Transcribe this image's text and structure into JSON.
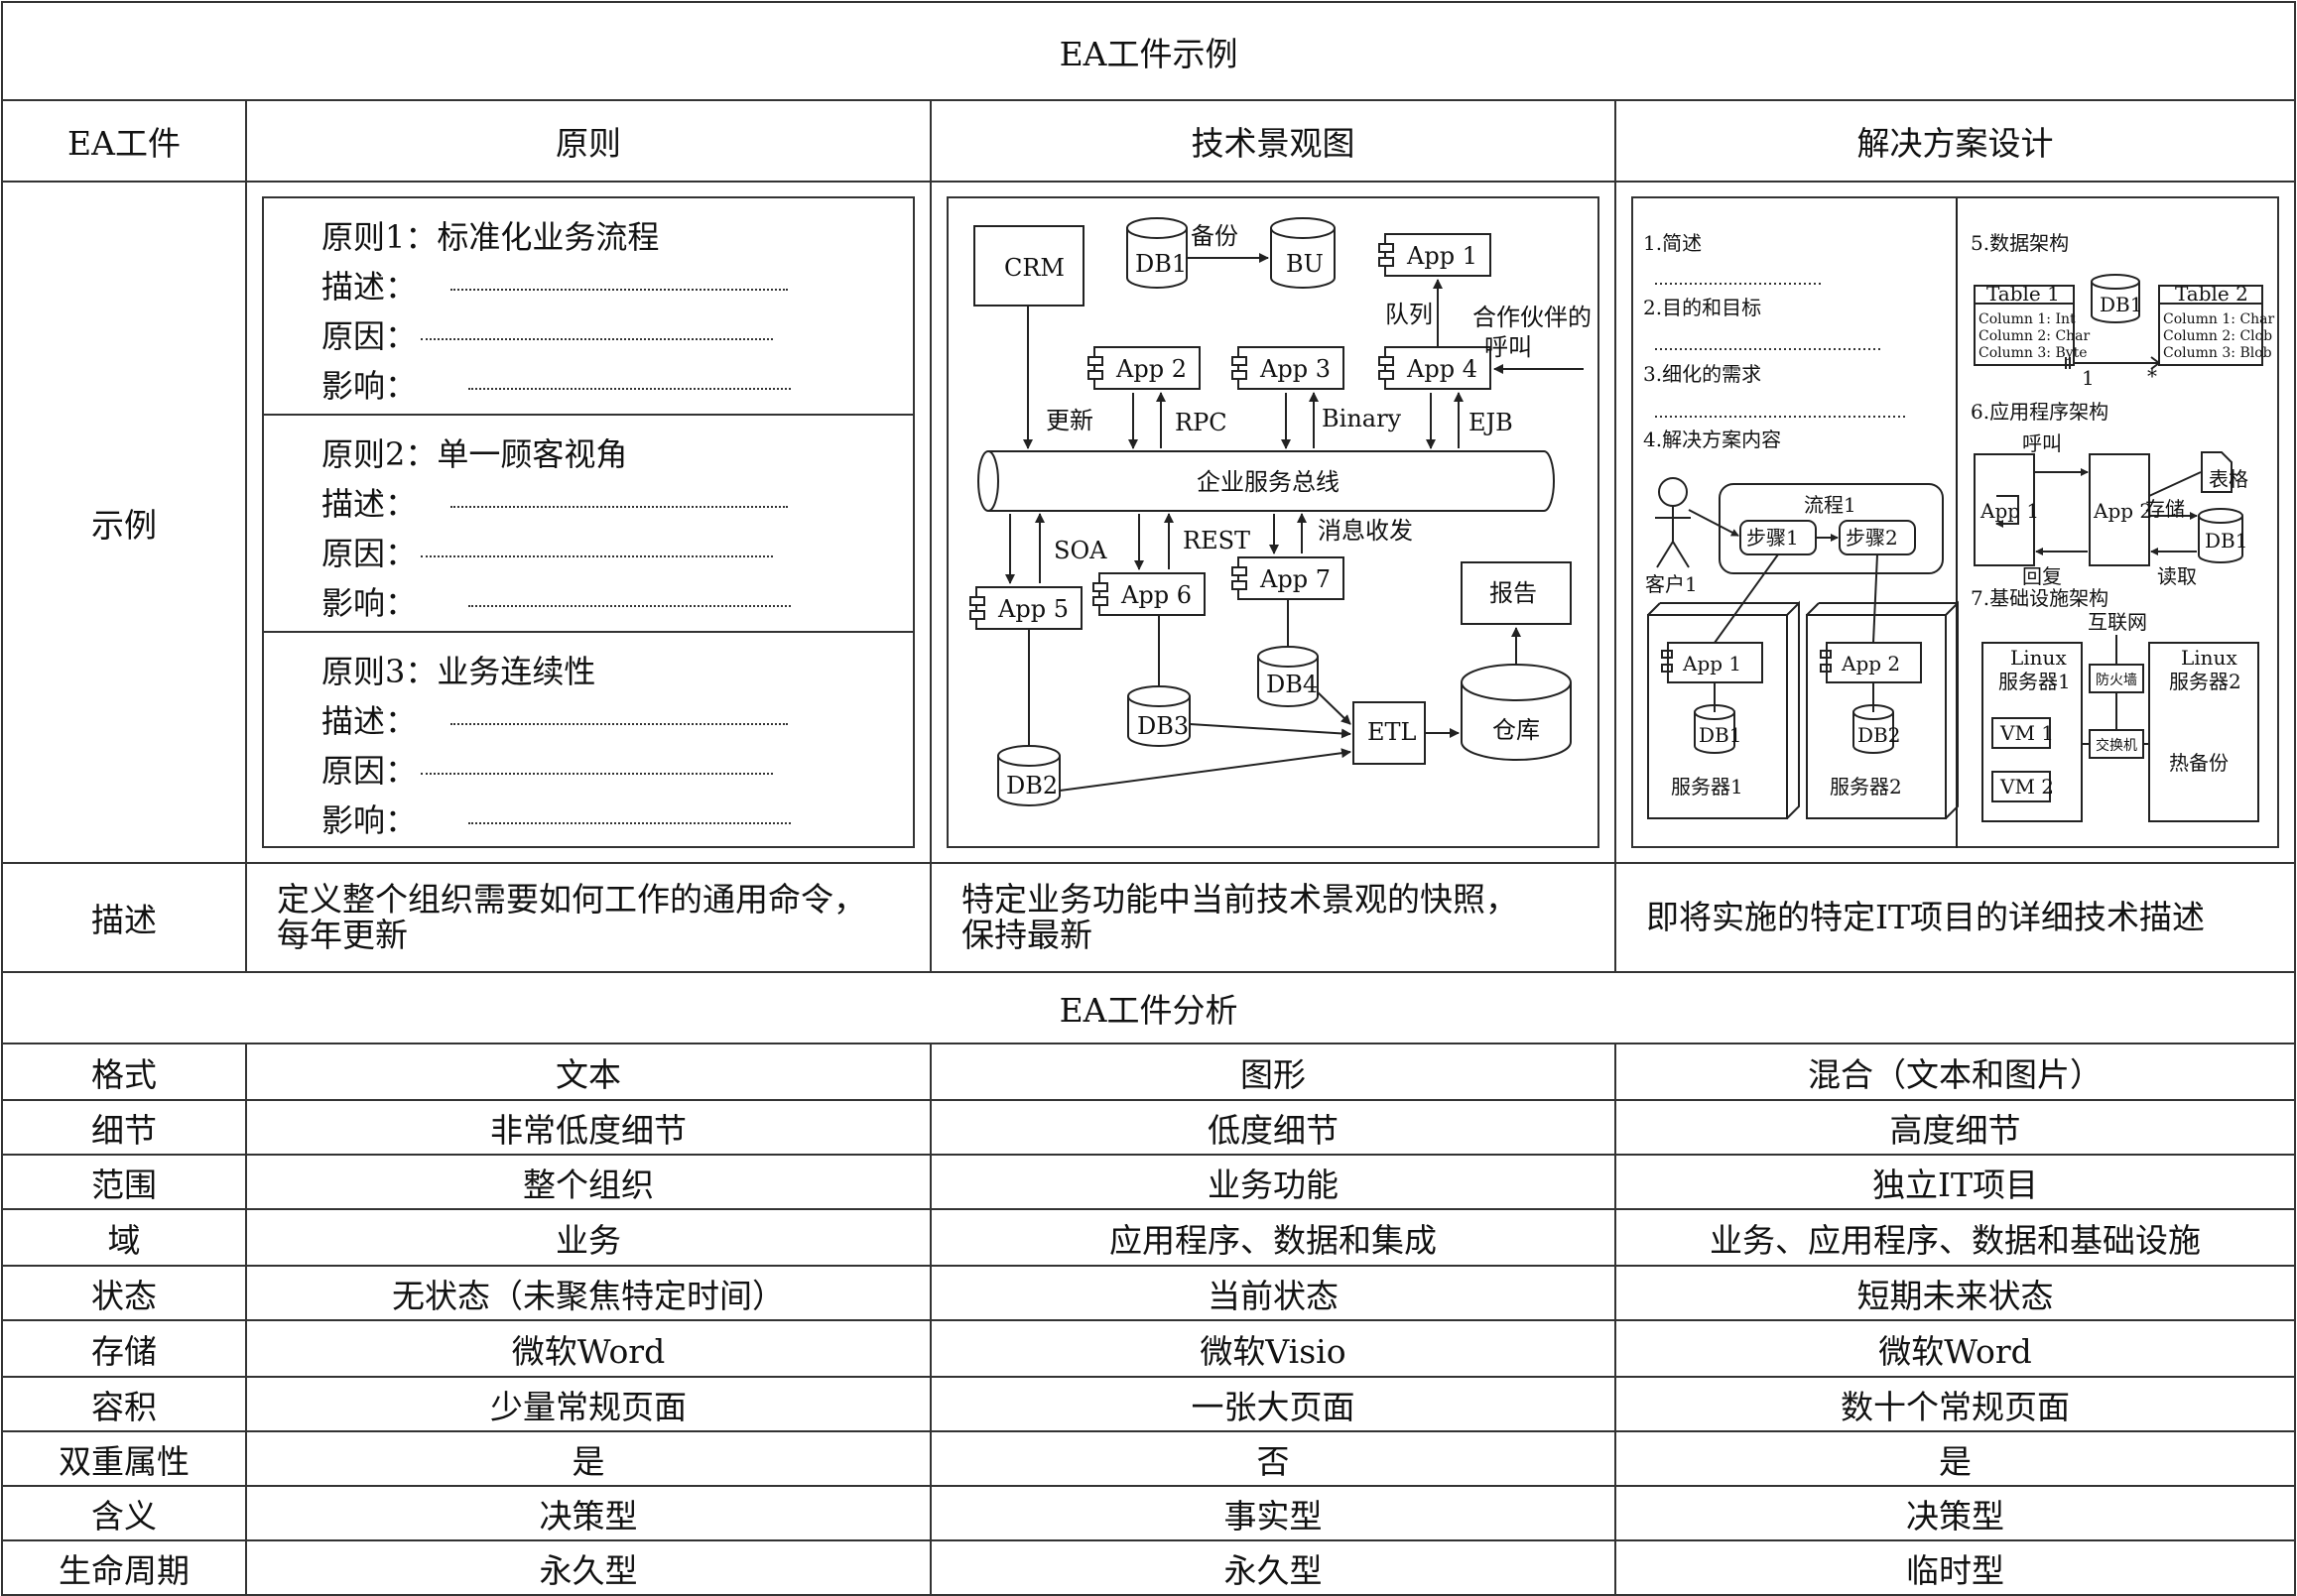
{
  "title_top": "EA工件示例",
  "title_analysis": "EA工件分析",
  "headers": [
    "EA工件",
    "原则",
    "技术景观图",
    "解决方案设计"
  ],
  "example_label": "示例",
  "principles": [
    {
      "title": "原则1：标准化业务流程",
      "desc": "描述：",
      "reason": "原因：",
      "impact": "影响："
    },
    {
      "title": "原则2：单一顾客视角",
      "desc": "描述：",
      "reason": "原因：",
      "impact": "影响："
    },
    {
      "title": "原则3：业务连续性",
      "desc": "描述：",
      "reason": "原因：",
      "impact": "影响："
    }
  ],
  "landscape": {
    "crm": "CRM",
    "db1": "DB1",
    "bu": "BU",
    "backup": "备份",
    "app1": "App 1",
    "app2": "App 2",
    "app3": "App 3",
    "app4": "App 4",
    "app5": "App 5",
    "app6": "App 6",
    "app7": "App 7",
    "queue": "队列",
    "partner": "合作伙伴的",
    "partner2": "呼叫",
    "update": "更新",
    "rpc": "RPC",
    "binary": "Binary",
    "ejb": "EJB",
    "esb": "企业服务总线",
    "soa": "SOA",
    "rest": "REST",
    "msg": "消息收发",
    "report": "报告",
    "db4": "DB4",
    "db3": "DB3",
    "db2": "DB2",
    "etl": "ETL",
    "warehouse": "仓库"
  },
  "solution": {
    "s1": "1.简述",
    "s2": "2.目的和目标",
    "s3": "3.细化的需求",
    "s4": "4.解决方案内容",
    "flow": "流程1",
    "step1": "步骤1",
    "step2": "步骤2",
    "customer": "客户1",
    "app1": "App 1",
    "app2": "App 2",
    "db1": "DB1",
    "db2": "DB2",
    "server1": "服务器1",
    "server2": "服务器2",
    "s5": "5.数据架构",
    "table1": "Table 1",
    "table2": "Table 2",
    "t1c1": "Column 1: Int",
    "t1c2": "Column 2: Char",
    "t1c3": "Column 3: Byte",
    "t2c1": "Column 1: Char",
    "t2c2": "Column 2: Clob",
    "t2c3": "Column 3: Blob",
    "one": "1",
    "star": "*",
    "s6": "6.应用程序架构",
    "call": "呼叫",
    "sheet": "表格",
    "store": "存储",
    "reply": "回复",
    "read": "读取",
    "s7": "7.基础设施架构",
    "internet": "互联网",
    "linux1a": "Linux",
    "linux1b": "服务器1",
    "linux2a": "Linux",
    "linux2b": "服务器2",
    "firewall": "防火墙",
    "switch": "交换机",
    "vm1": "VM 1",
    "vm2": "VM 2",
    "hot": "热备份"
  },
  "description_label": "描述",
  "descriptions": [
    [
      "定义整个组织需要如何工作的通用命令，",
      "每年更新"
    ],
    [
      "特定业务功能中当前技术景观的快照，",
      "保持最新"
    ],
    [
      "即将实施的特定IT项目的详细技术描述"
    ]
  ],
  "analysis_rows": [
    {
      "label": "格式",
      "v": [
        "文本",
        "图形",
        "混合（文本和图片）"
      ]
    },
    {
      "label": "细节",
      "v": [
        "非常低度细节",
        "低度细节",
        "高度细节"
      ]
    },
    {
      "label": "范围",
      "v": [
        "整个组织",
        "业务功能",
        "独立IT项目"
      ]
    },
    {
      "label": "域",
      "v": [
        "业务",
        "应用程序、数据和集成",
        "业务、应用程序、数据和基础设施"
      ]
    },
    {
      "label": "状态",
      "v": [
        "无状态（未聚焦特定时间）",
        "当前状态",
        "短期未来状态"
      ]
    },
    {
      "label": "存储",
      "v": [
        "微软Word",
        "微软Visio",
        "微软Word"
      ]
    },
    {
      "label": "容积",
      "v": [
        "少量常规页面",
        "一张大页面",
        "数十个常规页面"
      ]
    },
    {
      "label": "双重属性",
      "v": [
        "是",
        "否",
        "是"
      ]
    },
    {
      "label": "含义",
      "v": [
        "决策型",
        "事实型",
        "决策型"
      ]
    },
    {
      "label": "生命周期",
      "v": [
        "永久型",
        "永久型",
        "临时型"
      ]
    }
  ]
}
